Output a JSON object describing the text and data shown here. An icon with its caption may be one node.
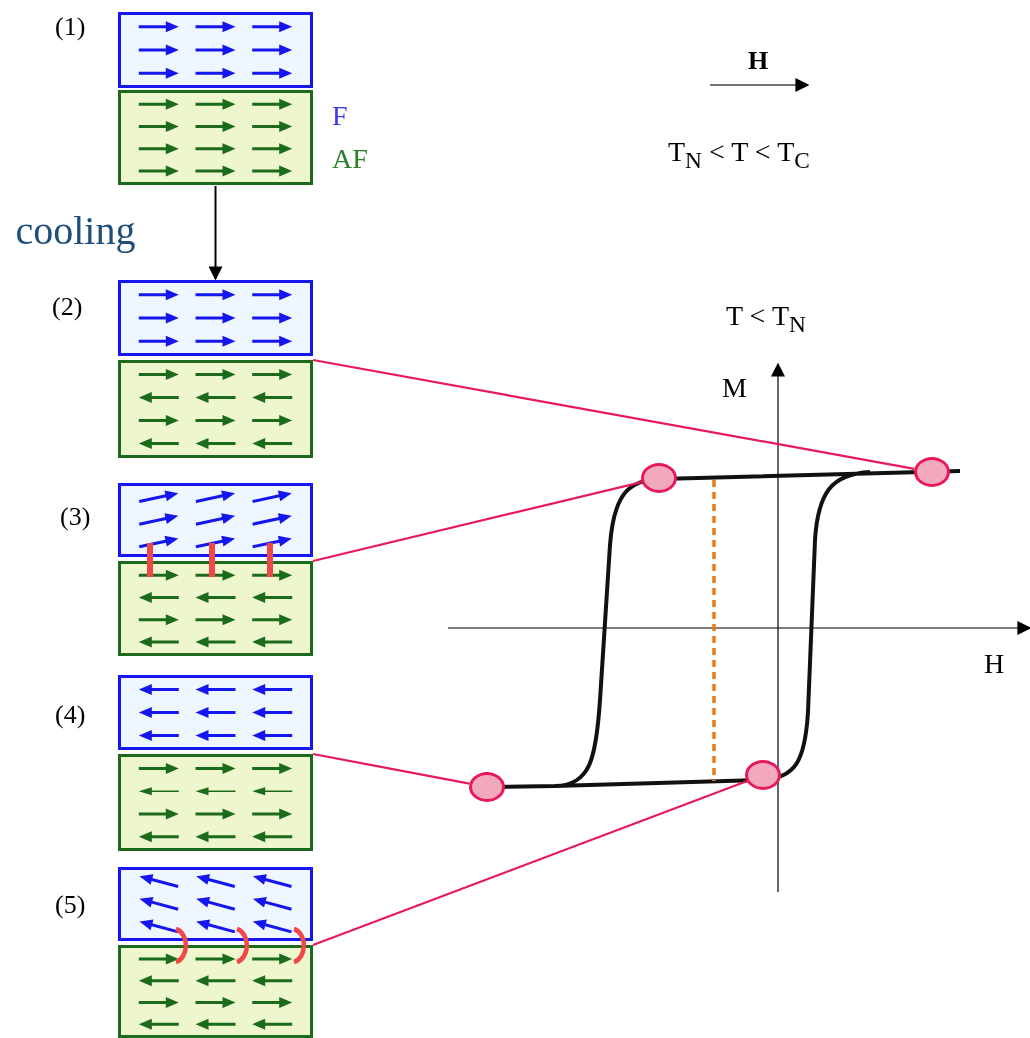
{
  "diagram": {
    "nodes": [
      {
        "text": [],
        "shape": "box",
        "beside": [
          "F"
        ]
      },
      {
        "text": [],
        "shape": "box",
        "beside": [
          "AF"
        ]
      },
      {
        "text": [],
        "shape": "box"
      },
      {
        "text": [],
        "shape": "box"
      },
      {
        "text": [],
        "shape": "box"
      },
      {
        "text": [],
        "shape": "box"
      },
      {
        "text": [],
        "shape": "box"
      },
      {
        "text": [],
        "shape": "box"
      },
      {
        "text": [],
        "shape": "box"
      },
      {
        "text": [],
        "shape": "box"
      },
      {
        "text": [],
        "shape": "circle"
      },
      {
        "text": [],
        "shape": "circle"
      },
      {
        "text": [],
        "shape": "circle"
      },
      {
        "text": [],
        "shape": "circle"
      }
    ],
    "edges": [
      {
        "from": 1,
        "to": 2,
        "arrow": "to",
        "label": "cooling",
        "color": "#000000"
      },
      {
        "from": 3,
        "to": 10,
        "arrow": "none"
      },
      {
        "from": 5,
        "to": 11,
        "arrow": "none"
      },
      {
        "from": 7,
        "to": 12,
        "arrow": "none"
      },
      {
        "from": 9,
        "to": 13,
        "arrow": "none"
      }
    ],
    "labels": [
      "(1)",
      "(2)",
      "(3)",
      "(4)",
      "(5)",
      "H",
      "T$_{N}$ < T < T$_{C}$",
      "T < T$_{N}$",
      "M",
      "H"
    ]
  }
}
